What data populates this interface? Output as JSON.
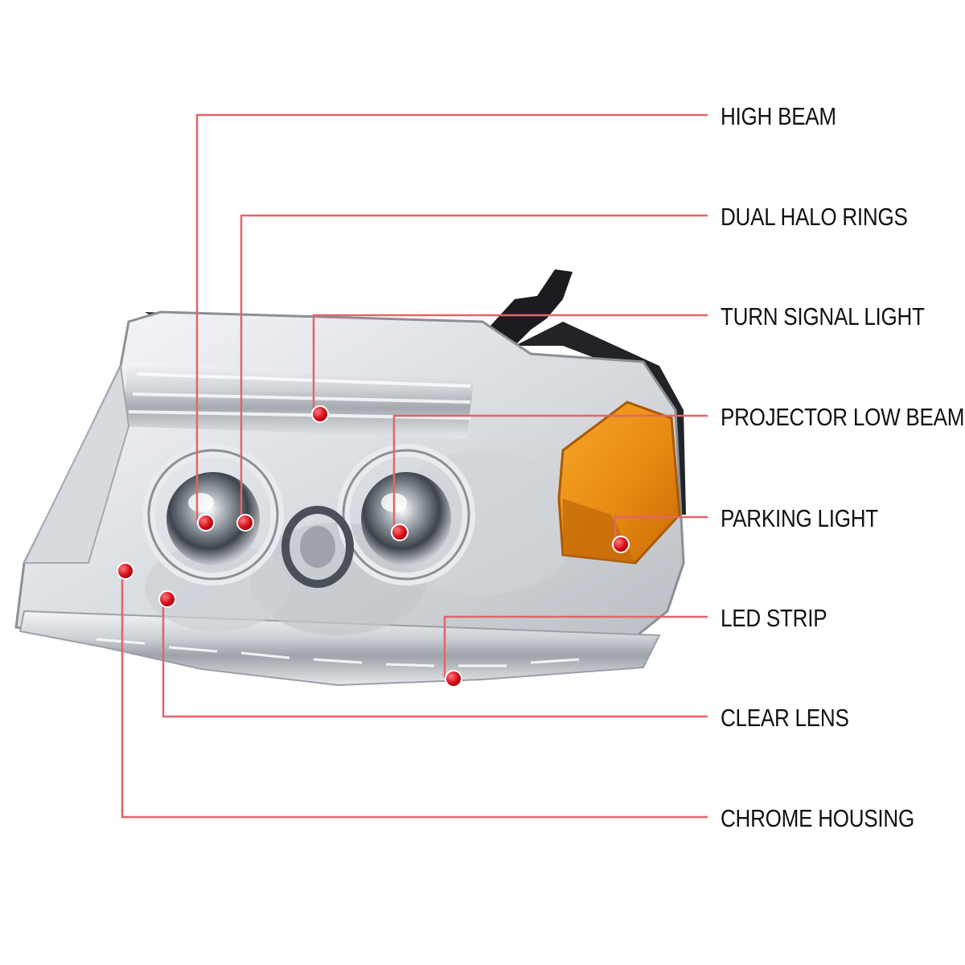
{
  "callouts": [
    {
      "id": "high-beam",
      "label": "HIGH BEAM"
    },
    {
      "id": "dual-halo-rings",
      "label": "DUAL HALO RINGS"
    },
    {
      "id": "turn-signal-light",
      "label": "TURN SIGNAL LIGHT"
    },
    {
      "id": "projector-low-beam",
      "label": "PROJECTOR LOW BEAM"
    },
    {
      "id": "parking-light",
      "label": "PARKING LIGHT"
    },
    {
      "id": "led-strip",
      "label": "LED STRIP"
    },
    {
      "id": "clear-lens",
      "label": "CLEAR LENS"
    },
    {
      "id": "chrome-housing",
      "label": "CHROME HOUSING"
    }
  ],
  "colors": {
    "leader_line": "#e0666a",
    "marker_dot": "#d8101a",
    "label_text": "#111111",
    "amber_reflector": "#e98a12",
    "chrome": "#c9ccd1"
  }
}
